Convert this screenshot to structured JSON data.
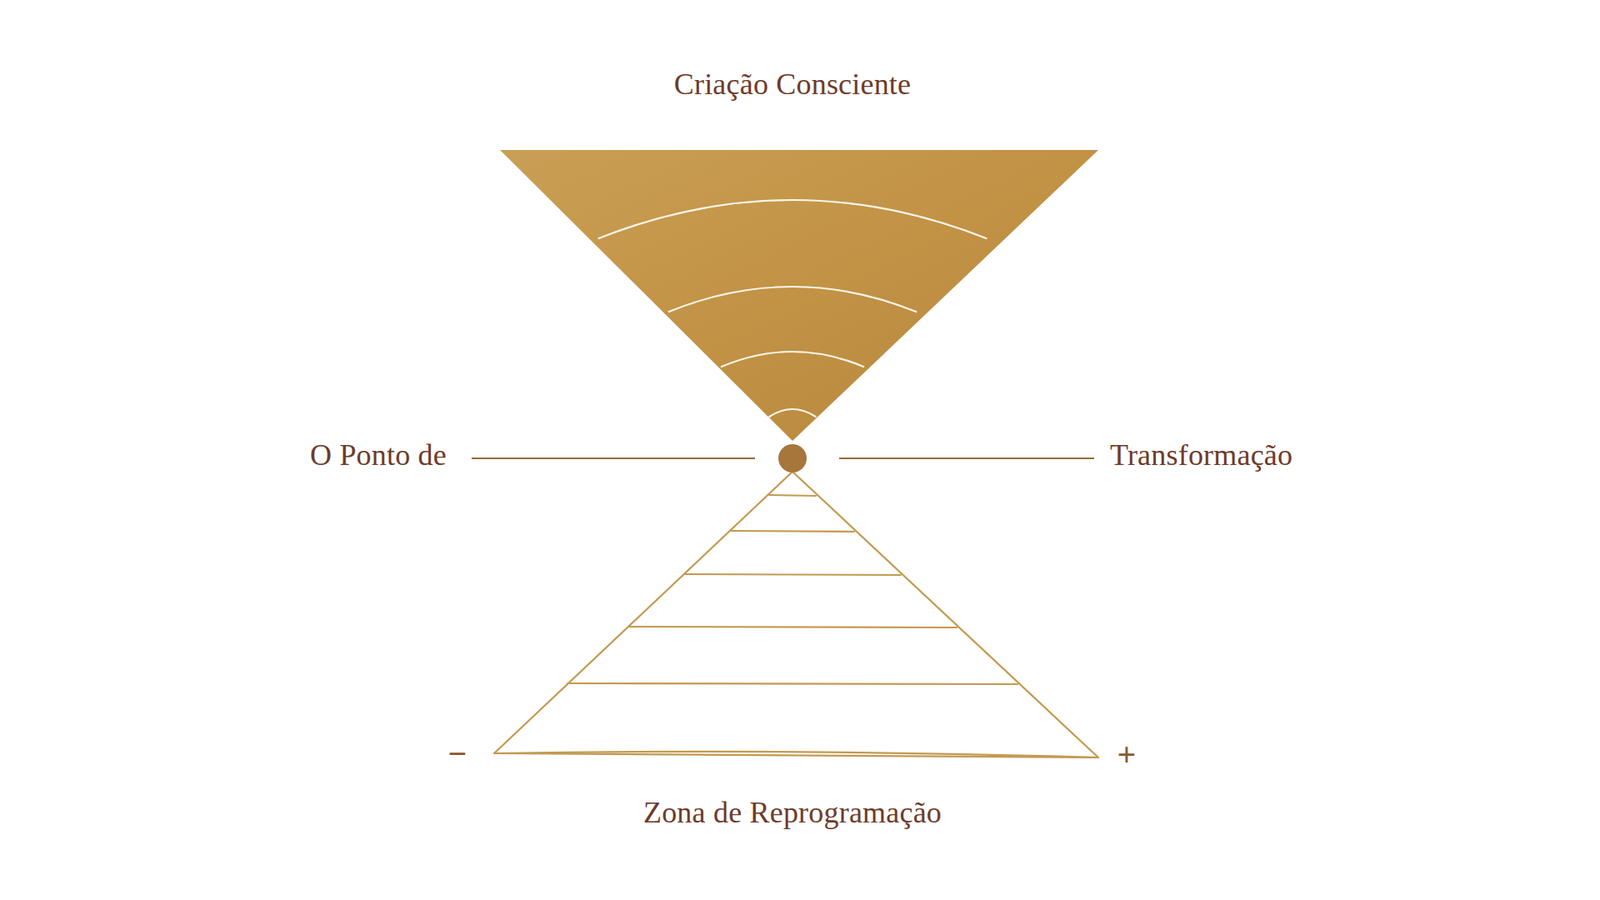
{
  "diagram": {
    "title": "Criação Consciente",
    "labels": [
      "O Ponto de",
      "Transformação",
      "Zona de Reprogramação",
      "−",
      "+"
    ]
  }
}
